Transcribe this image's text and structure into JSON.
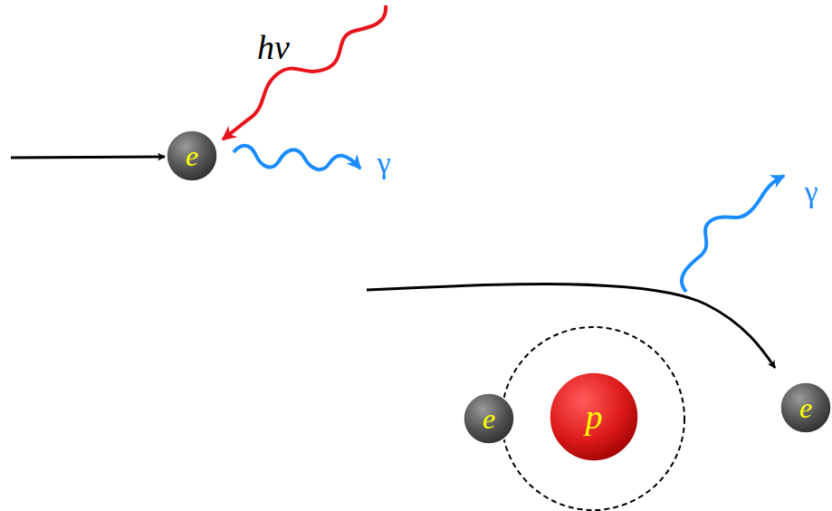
{
  "diagram": {
    "nodes": [
      {
        "text": [
          "e"
        ]
      },
      {
        "text": [
          "p"
        ]
      },
      {
        "text": [
          "e"
        ]
      },
      {
        "text": [
          "e"
        ]
      }
    ],
    "labels": [
      "hν",
      "γ",
      "γ"
    ]
  }
}
